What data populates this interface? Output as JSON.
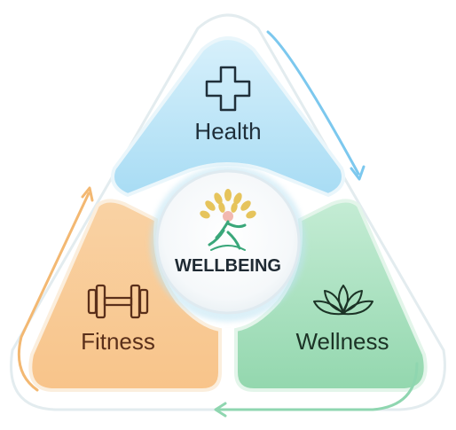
{
  "diagram": {
    "center": {
      "label": "WELLBEING",
      "icon": "tree-person-icon"
    },
    "segments": [
      {
        "label": "Health",
        "icon": "medical-cross-icon",
        "color": "#aee0f6"
      },
      {
        "label": "Fitness",
        "icon": "dumbbell-icon",
        "color": "#f8c98f"
      },
      {
        "label": "Wellness",
        "icon": "lotus-icon",
        "color": "#9fdcb6"
      }
    ],
    "colors": {
      "health_text": "#1f2f3a",
      "fitness_text": "#5a2f1a",
      "wellness_text": "#1c3326",
      "center_text": "#1f2a33",
      "arrow_health": "#7cc8ee",
      "arrow_wellness": "#8fd6b0",
      "arrow_fitness": "#f3b872"
    }
  }
}
